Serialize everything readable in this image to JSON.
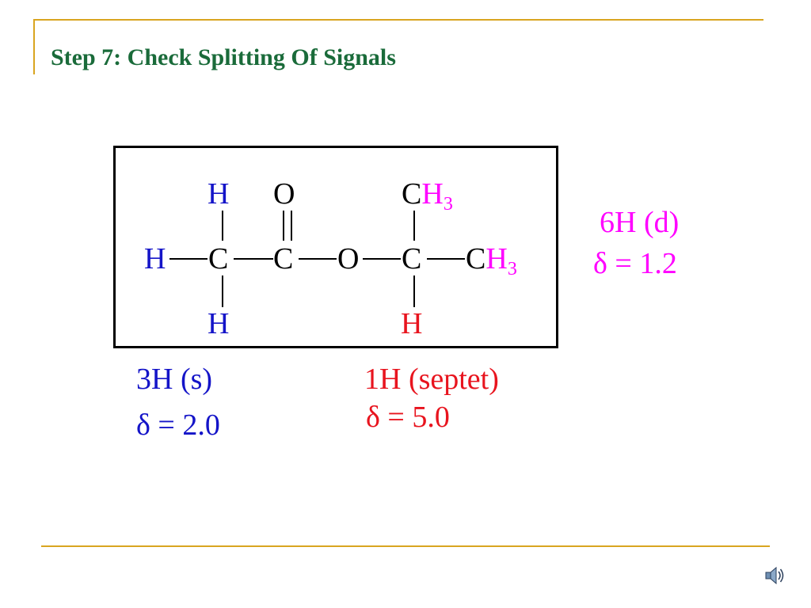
{
  "slide": {
    "title": "Step 7: Check Splitting Of  Signals"
  },
  "molecule": {
    "atoms": {
      "h_top_left": "H",
      "o_carbonyl": "O",
      "ch3_top_c": "C",
      "ch3_top_h": "H",
      "ch3_top_sub": "3",
      "h_left": "H",
      "c1": "C",
      "c2": "C",
      "o_ester": "O",
      "c3": "C",
      "ch3_right_c": "C",
      "ch3_right_h": "H",
      "ch3_right_sub": "3",
      "h_bottom_left": "H",
      "h_bottom_right": "H"
    }
  },
  "annotations": {
    "methyl_doublet": {
      "count": "6H (d)",
      "shift": "δ = 1.2",
      "color": "#ff00ff"
    },
    "acetyl_singlet": {
      "count": "3H (s)",
      "shift": "δ = 2.0",
      "color": "#1414c8"
    },
    "methine_septet": {
      "count": "1H (septet)",
      "shift": "δ = 5.0",
      "color": "#e8141e"
    }
  },
  "colors": {
    "title": "#1a6b3a",
    "frame_accent": "#d9a520"
  },
  "icons": {
    "speaker": "speaker-icon"
  }
}
